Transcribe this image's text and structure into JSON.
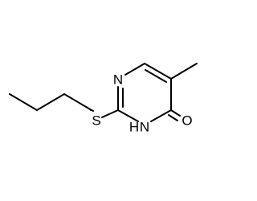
{
  "molecule": {
    "atoms": {
      "nitrogen_top": "N",
      "nitrogen_bottom": "N",
      "nitrogen_h": "H",
      "sulfur": "S",
      "oxygen": "O"
    },
    "colors": {
      "bond": "#000000",
      "label": "#000000",
      "background": "#ffffff"
    }
  }
}
